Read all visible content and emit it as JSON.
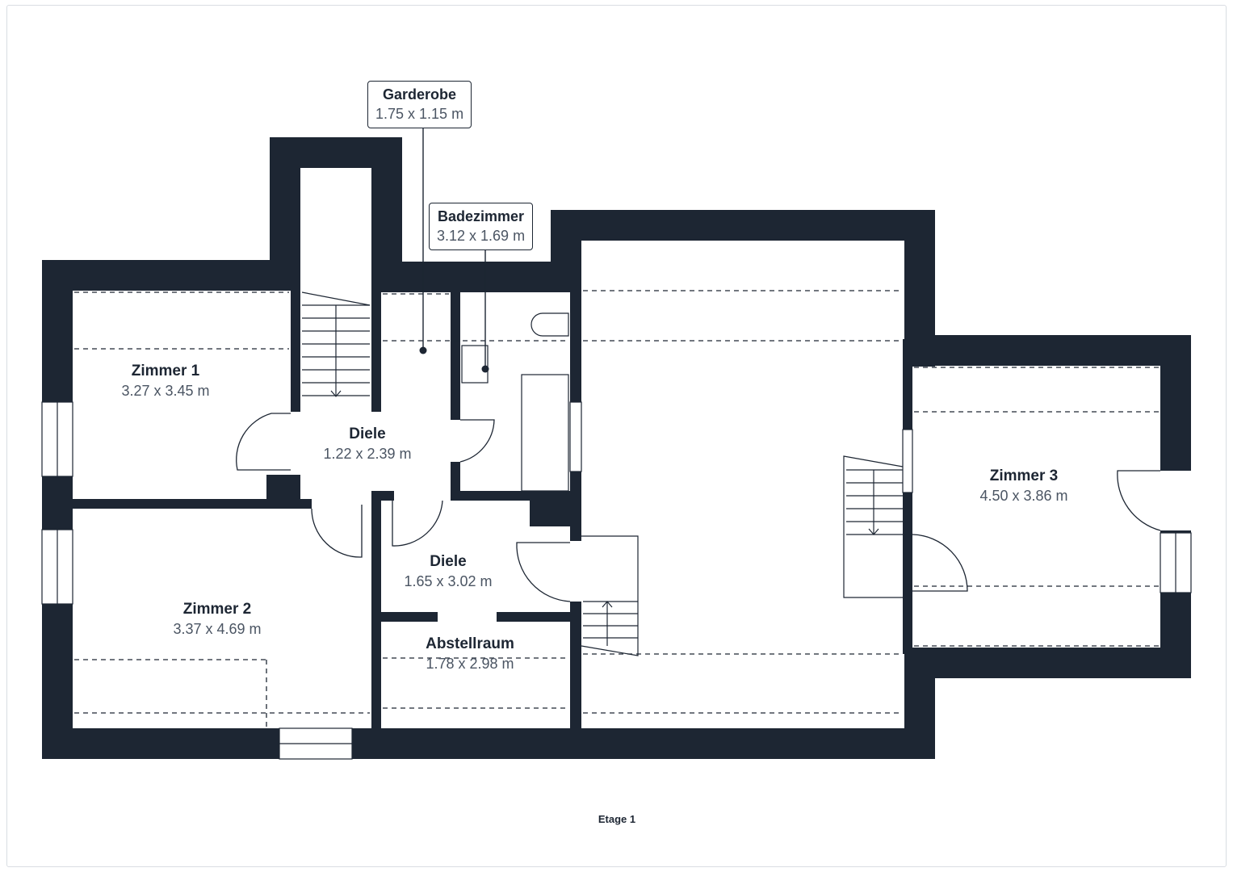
{
  "floor_label": "Etage 1",
  "rooms": {
    "garderobe": {
      "name": "Garderobe",
      "dim": "1.75 x 1.15 m"
    },
    "badezimmer": {
      "name": "Badezimmer",
      "dim": "3.12 x 1.69 m"
    },
    "zimmer1": {
      "name": "Zimmer 1",
      "dim": "3.27 x 3.45 m"
    },
    "diele1": {
      "name": "Diele",
      "dim": "1.22 x 2.39 m"
    },
    "zimmer2": {
      "name": "Zimmer 2",
      "dim": "3.37 x 4.69 m"
    },
    "diele2": {
      "name": "Diele",
      "dim": "1.65 x 3.02 m"
    },
    "abstellraum": {
      "name": "Abstellraum",
      "dim": "1.78 x 2.98 m"
    },
    "zimmer3": {
      "name": "Zimmer 3",
      "dim": "4.50 x 3.86 m"
    }
  },
  "colors": {
    "wall": "#1d2633",
    "background": "#ffffff",
    "line": "#1d2633"
  }
}
